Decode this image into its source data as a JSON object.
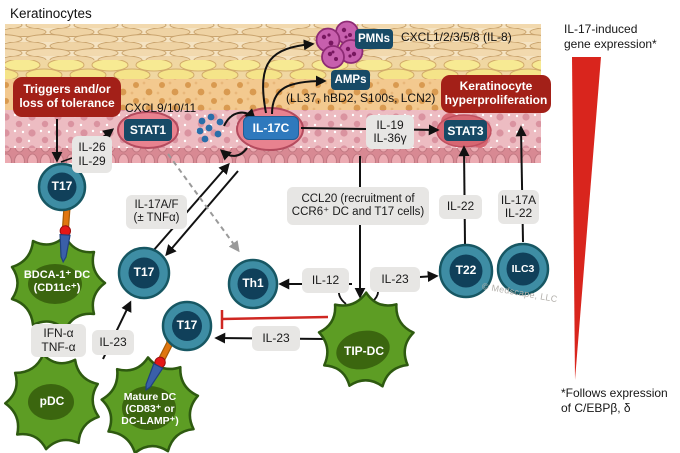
{
  "title": "Keratinocytes",
  "skin_labels": {
    "cxcl9_10_11": "CXCL9/10/11",
    "cxcl_il8": "CXCL1/2/3/5/8 (IL-8)",
    "amp_detail": "(LL37, hBD2, S100s, LCN2)"
  },
  "red_boxes": {
    "triggers": "Triggers and/or\nloss of tolerance",
    "hyperproliferation": "Keratinocyte\nhyperproliferation"
  },
  "navy_boxes": {
    "pmns": "PMNs",
    "amps": "AMPs",
    "stat1": "STAT1",
    "stat3": "STAT3",
    "il17c": "IL-17C"
  },
  "mediators": {
    "il26_il29": "IL-26\nIL-29",
    "il17af_tnf": "IL-17A/F\n(± TNFα)",
    "ccl20": "CCL20 (recruitment of\nCCR6⁺ DC and T17 cells)",
    "il19_il36g": "IL-19\nIL-36γ",
    "il22": "IL-22",
    "il17a_il22": "IL-17A\nIL-22",
    "il12": "IL-12",
    "il23_to_t22": "IL-23",
    "il23_to_t17": "IL-23",
    "il23_from_mature_dc": "IL-23",
    "ifna_tnfa": "IFN-α\nTNF-α"
  },
  "cells": {
    "t17_epidermal": "T17",
    "t17_dermal": "T17",
    "t17_mature": "T17",
    "th1": "Th1",
    "t22": "T22",
    "ilc3": "ILC3",
    "bdca1_dc": "BDCA-1⁺ DC\n(CD11c⁺)",
    "pdc": "pDC",
    "mature_dc": "Mature DC\n(CD83⁺ or\nDC-LAMP⁺)",
    "tip_dc": "TIP-DC"
  },
  "legend": {
    "gradient_heading": "IL-17-induced\ngene expression*",
    "footnote": "*Follows expression\nof C/EBPβ, δ"
  },
  "watermark": "© Medscape, LLC",
  "colors": {
    "accent_red": "#a32018",
    "gradient_red": "#d9251d",
    "inhibition_red": "#cf2722",
    "navy": "#174a66",
    "il17c_blue": "#2f79bd",
    "cell_teal": "#3e8da4",
    "cell_core": "#10405a",
    "dc_green": "#5d9d24",
    "dc_nucleus": "#3b660f",
    "label_gray": "#e7e6e4"
  }
}
